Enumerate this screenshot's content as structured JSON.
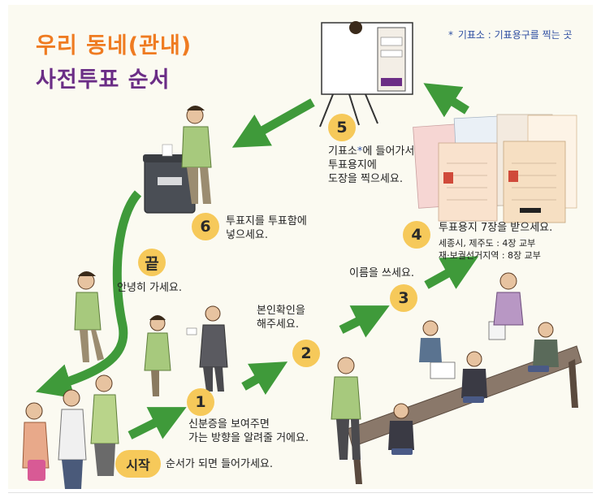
{
  "title": {
    "line1": "우리 동네(관내)",
    "line2": "사전투표 순서"
  },
  "legend": {
    "star": "*",
    "text": "기표소 : 기표용구를 찍는 곳"
  },
  "steps": {
    "start": {
      "badge": "시작",
      "text": "순서가 되면 들어가세요."
    },
    "s1": {
      "badge": "1",
      "text": "신분증을 보여주면\n가는 방향을 알려줄 거에요."
    },
    "s2": {
      "badge": "2",
      "text": "본인확인을\n해주세요."
    },
    "s3": {
      "badge": "3",
      "text": "이름을 쓰세요."
    },
    "s4": {
      "badge": "4",
      "text": "투표용지 7장을 받으세요.",
      "note1": "세종시, 제주도 : 4장 교부",
      "note2": "재·보궐선거지역 : 8장 교부"
    },
    "s5": {
      "badge": "5",
      "text_a": "기표소",
      "star": "*",
      "text_b": "에 들어가서\n투표용지에\n도장을 찍으세요."
    },
    "s6": {
      "badge": "6",
      "text": "투표지를 투표함에\n넣으세요."
    },
    "end": {
      "badge": "끝",
      "text": "안녕히 가세요."
    }
  },
  "colors": {
    "title_orange": "#ef7b21",
    "title_purple": "#6b2d86",
    "arrow_green": "#3f9a3a",
    "badge_yellow": "#f6c95a",
    "legend_blue": "#2f4fa2",
    "background": "#fbfaf1"
  }
}
